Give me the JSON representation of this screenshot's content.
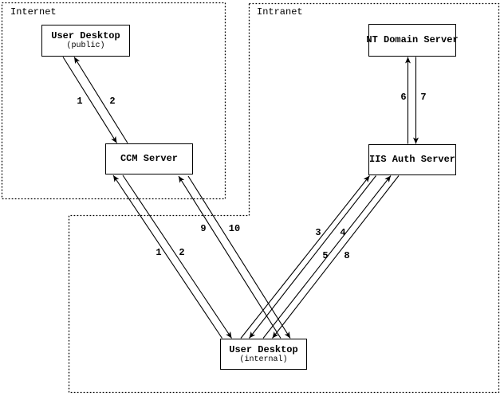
{
  "diagram": {
    "background_color": "#ffffff",
    "line_color": "#000000",
    "zones": {
      "internet": {
        "label": "Internet"
      },
      "intranet": {
        "label": "Intranet"
      }
    },
    "nodes": {
      "user_desktop_public": {
        "title": "User Desktop",
        "subtitle": "(public)"
      },
      "ccm_server": {
        "title": "CCM Server"
      },
      "nt_domain_server": {
        "title": "NT Domain Server"
      },
      "iis_auth_server": {
        "title": "IIS Auth Server"
      },
      "user_desktop_internal": {
        "title": "User Desktop",
        "subtitle": "(internal)"
      }
    },
    "edges": [
      {
        "label": "1",
        "from": "user_desktop_public",
        "to": "ccm_server",
        "arrowhead": "at-ccm-server"
      },
      {
        "label": "2",
        "from": "ccm_server",
        "to": "user_desktop_public",
        "arrowhead": "at-user-desktop-public"
      },
      {
        "label": "1",
        "from": "user_desktop_internal",
        "to": "ccm_server",
        "arrowhead": "at-ccm-server"
      },
      {
        "label": "2",
        "from": "ccm_server",
        "to": "user_desktop_internal",
        "arrowhead": "at-user-desktop-internal"
      },
      {
        "label": "3",
        "from": "user_desktop_internal",
        "to": "iis_auth_server",
        "arrowhead": "at-iis-auth-server"
      },
      {
        "label": "4",
        "from": "iis_auth_server",
        "to": "user_desktop_internal",
        "arrowhead": "at-user-desktop-internal"
      },
      {
        "label": "5",
        "from": "user_desktop_internal",
        "to": "iis_auth_server",
        "arrowhead": "at-iis-auth-server"
      },
      {
        "label": "6",
        "from": "iis_auth_server",
        "to": "nt_domain_server",
        "arrowhead": "at-nt-domain-server"
      },
      {
        "label": "7",
        "from": "nt_domain_server",
        "to": "iis_auth_server",
        "arrowhead": "at-iis-auth-server"
      },
      {
        "label": "8",
        "from": "iis_auth_server",
        "to": "user_desktop_internal",
        "arrowhead": "at-user-desktop-internal"
      },
      {
        "label": "9",
        "from": "user_desktop_internal",
        "to": "ccm_server",
        "arrowhead": "at-ccm-server"
      },
      {
        "label": "10",
        "from": "ccm_server",
        "to": "user_desktop_internal",
        "arrowhead": "at-user-desktop-internal"
      }
    ]
  }
}
